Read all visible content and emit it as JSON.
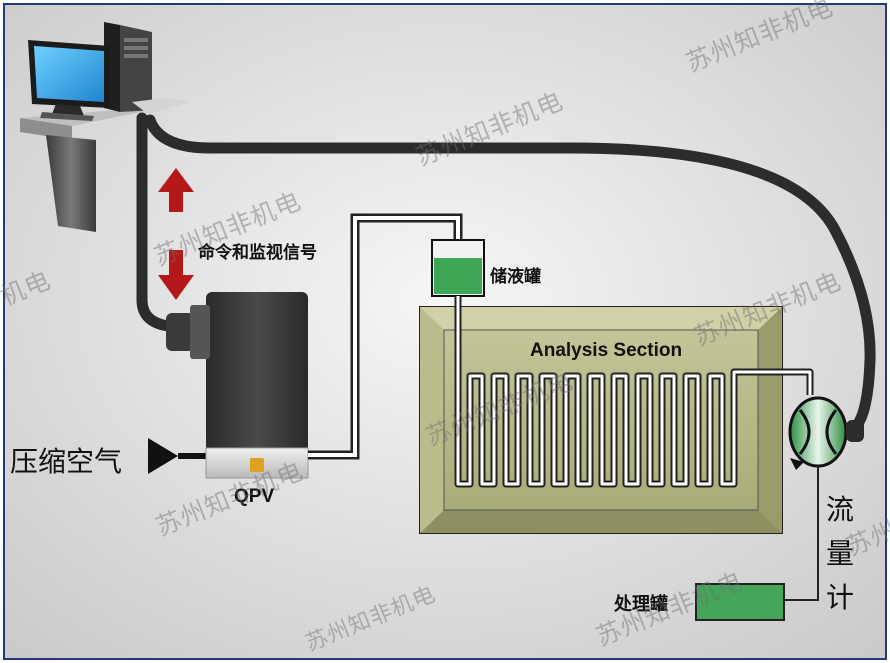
{
  "labels": {
    "command_signal": "命令和监视信号",
    "reservoir": "储液罐",
    "analysis_section": "Analysis Section",
    "compressed_air": "压缩空气",
    "qpv": "QPV",
    "flowmeter_1": "流",
    "flowmeter_2": "量",
    "flowmeter_3": "计",
    "waste_tank": "处理罐"
  },
  "watermarks": [
    {
      "text": "苏州知非机电"
    },
    {
      "text": "苏州知非机电"
    },
    {
      "text": "苏州知非机电"
    },
    {
      "text": "苏州知非机电"
    },
    {
      "text": "苏州知非机电"
    },
    {
      "text": "苏州知非机电"
    },
    {
      "text": "苏州知非机电"
    },
    {
      "text": "苏州知非机电"
    },
    {
      "text": "机电"
    },
    {
      "text": "苏州"
    }
  ],
  "colors": {
    "background": "#e3e3e3",
    "frame": "#1e3d78",
    "cable": "#2c2c2c",
    "arrow_red": "#b51818",
    "analysis_panel": "#b7b986",
    "liquid_green": "#3ea655",
    "waste_green": "#45a65a",
    "monitor_blue": "#2fa4e8"
  },
  "icons": [
    "computer-icon",
    "monitor-icon",
    "up-arrow-icon",
    "down-arrow-icon",
    "valve-icon",
    "flowmeter-icon",
    "inlet-arrow-icon"
  ]
}
